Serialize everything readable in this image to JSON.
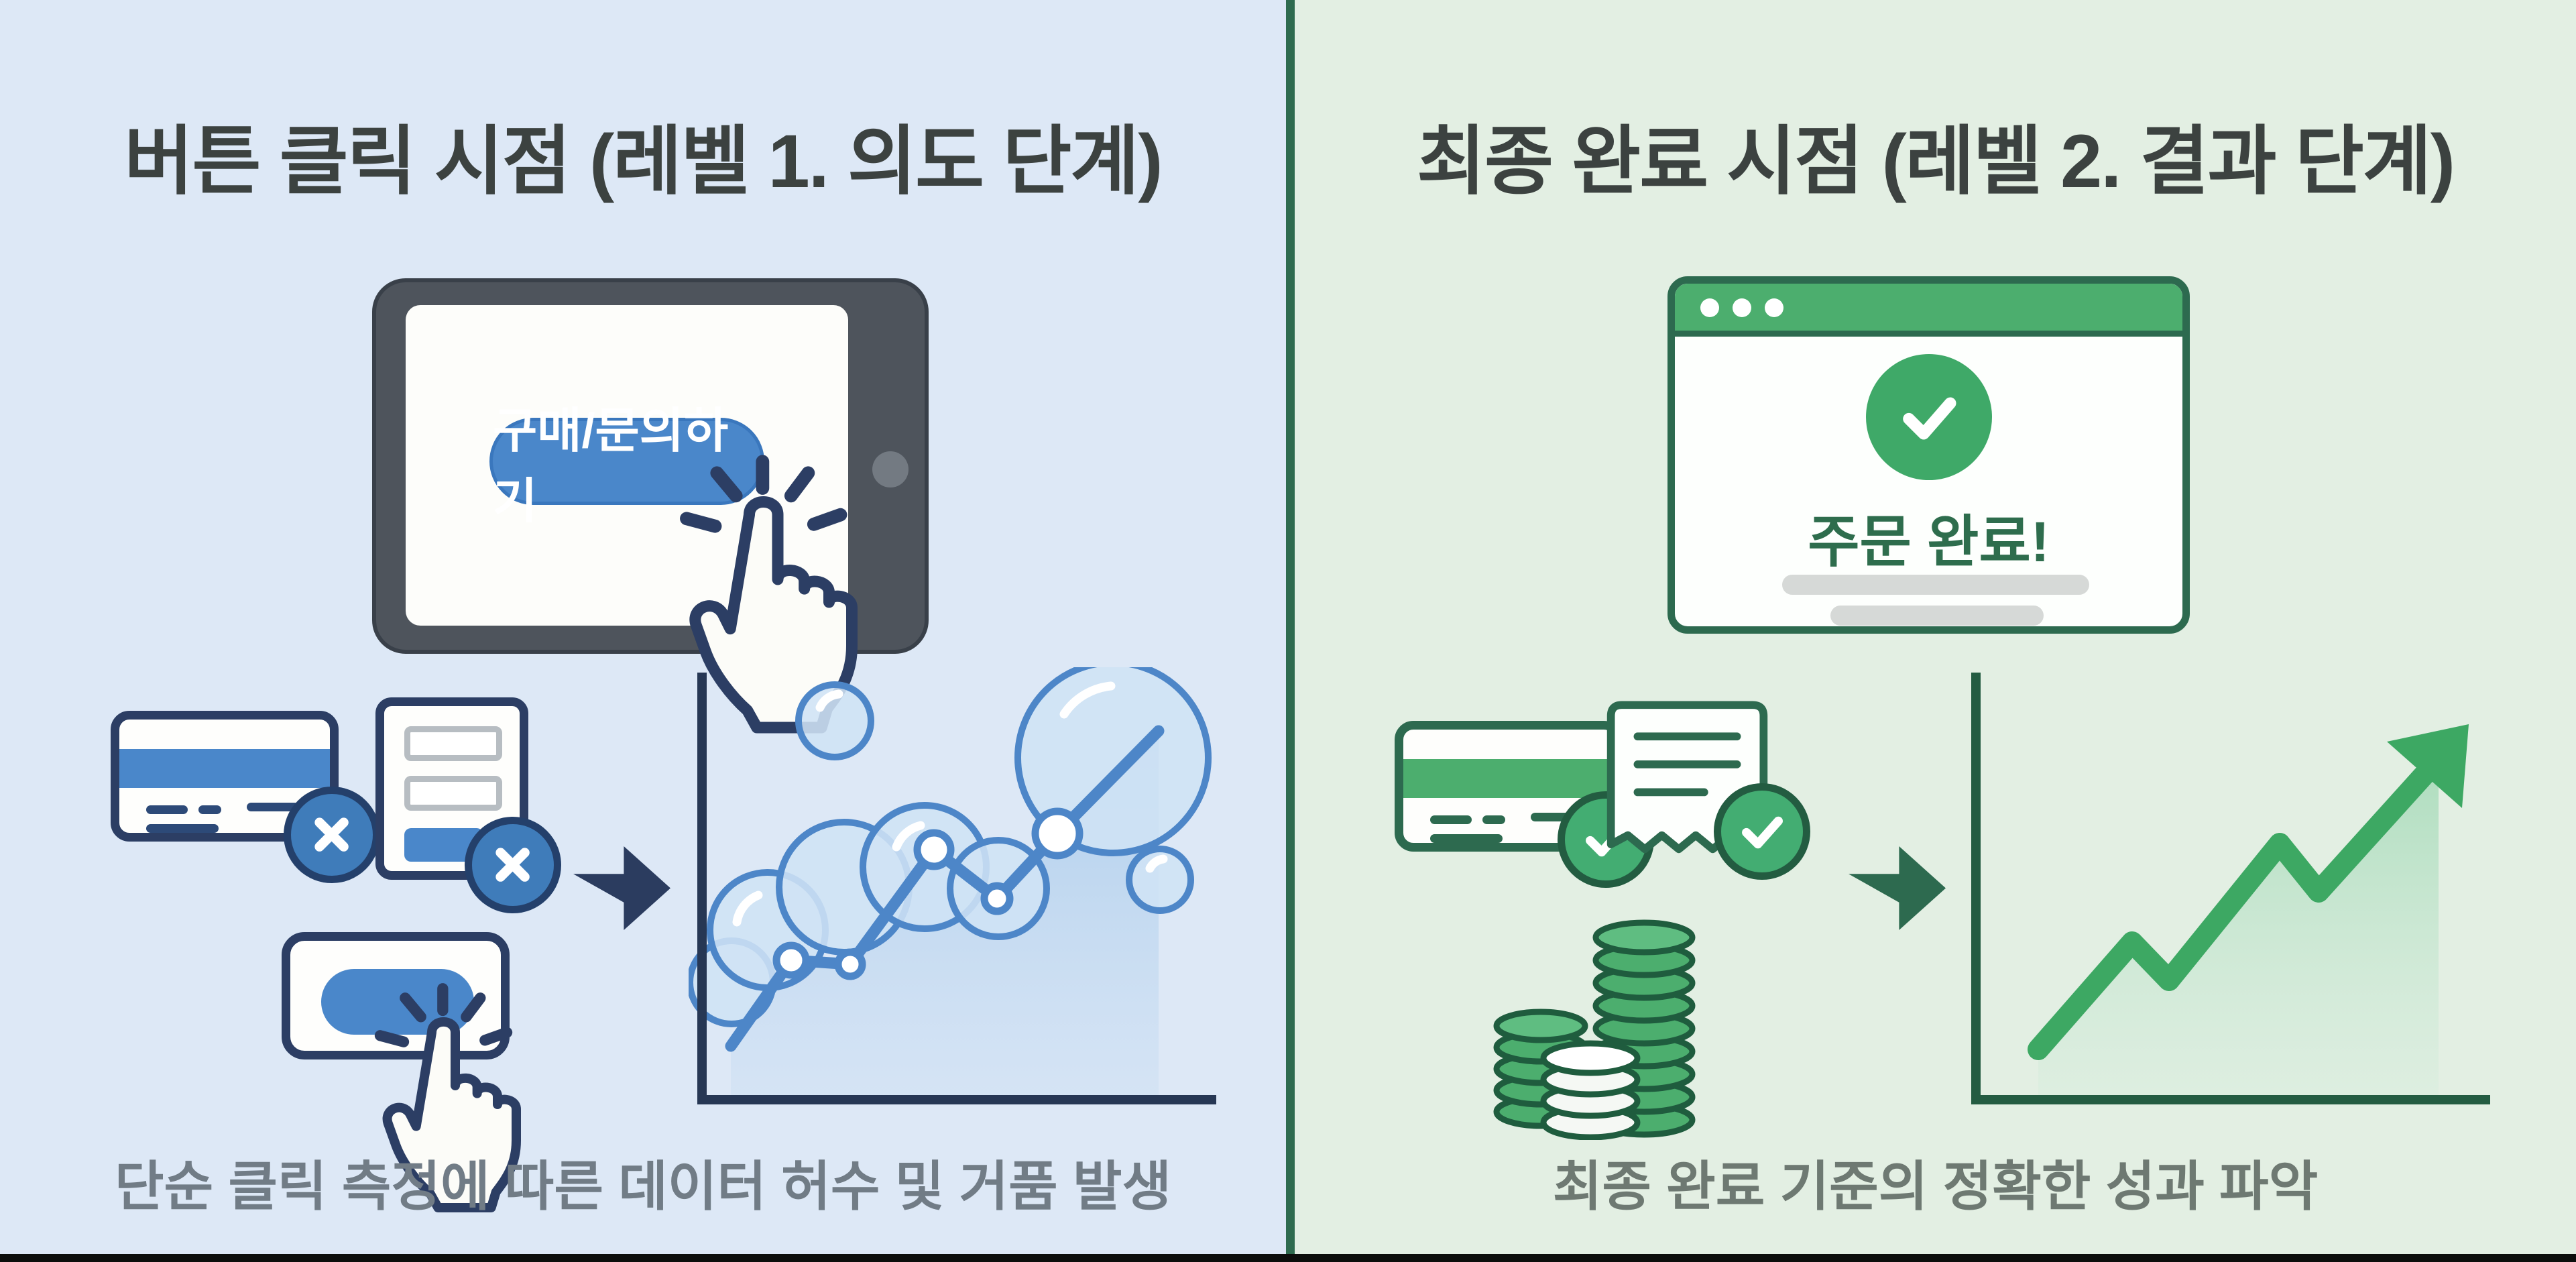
{
  "left": {
    "title": "버튼 클릭 시점 (레벨 1. 의도 단계)",
    "button_label": "구매/문의하기",
    "caption": "단순 클릭 측정에 따른 데이터 허수 및 거품 발생",
    "theme": {
      "background": "#dde8f6",
      "accent": "#4a87ca",
      "outline": "#2c3e64",
      "x_badge": "#3f7cba",
      "arrow": "#2b3c5f",
      "chart_line": "#4d86c8",
      "bubble_fill": "#cfe2f5",
      "tablet_body": "#4e545c",
      "caption_color": "#717c86"
    },
    "icons": [
      "tablet",
      "click-hand",
      "credit-card",
      "x-badge",
      "signup-form",
      "click-button",
      "arrow-right",
      "bubble-line-chart"
    ]
  },
  "right": {
    "title": "최종 완료 시점 (레벨 2. 결과 단계)",
    "window_message": "주문 완료!",
    "caption": "최종 완료 기준의 정확한 성과 파악",
    "theme": {
      "background": "#e3efe3",
      "accent": "#4cae6e",
      "outline": "#2d6a4f",
      "check_badge": "#43ad72",
      "arrow": "#2d6a4f",
      "chart_line": "#3da863",
      "coin_fill": "#4cae6e",
      "message_color": "#2e6d4d",
      "caption_color": "#6e7972"
    },
    "icons": [
      "browser-window",
      "check-circle",
      "credit-card",
      "check-badge",
      "receipt",
      "coin-stacks",
      "arrow-right",
      "growth-arrow-chart"
    ]
  },
  "divider_color": "#2e6b4f",
  "title_color": "#3c4240"
}
